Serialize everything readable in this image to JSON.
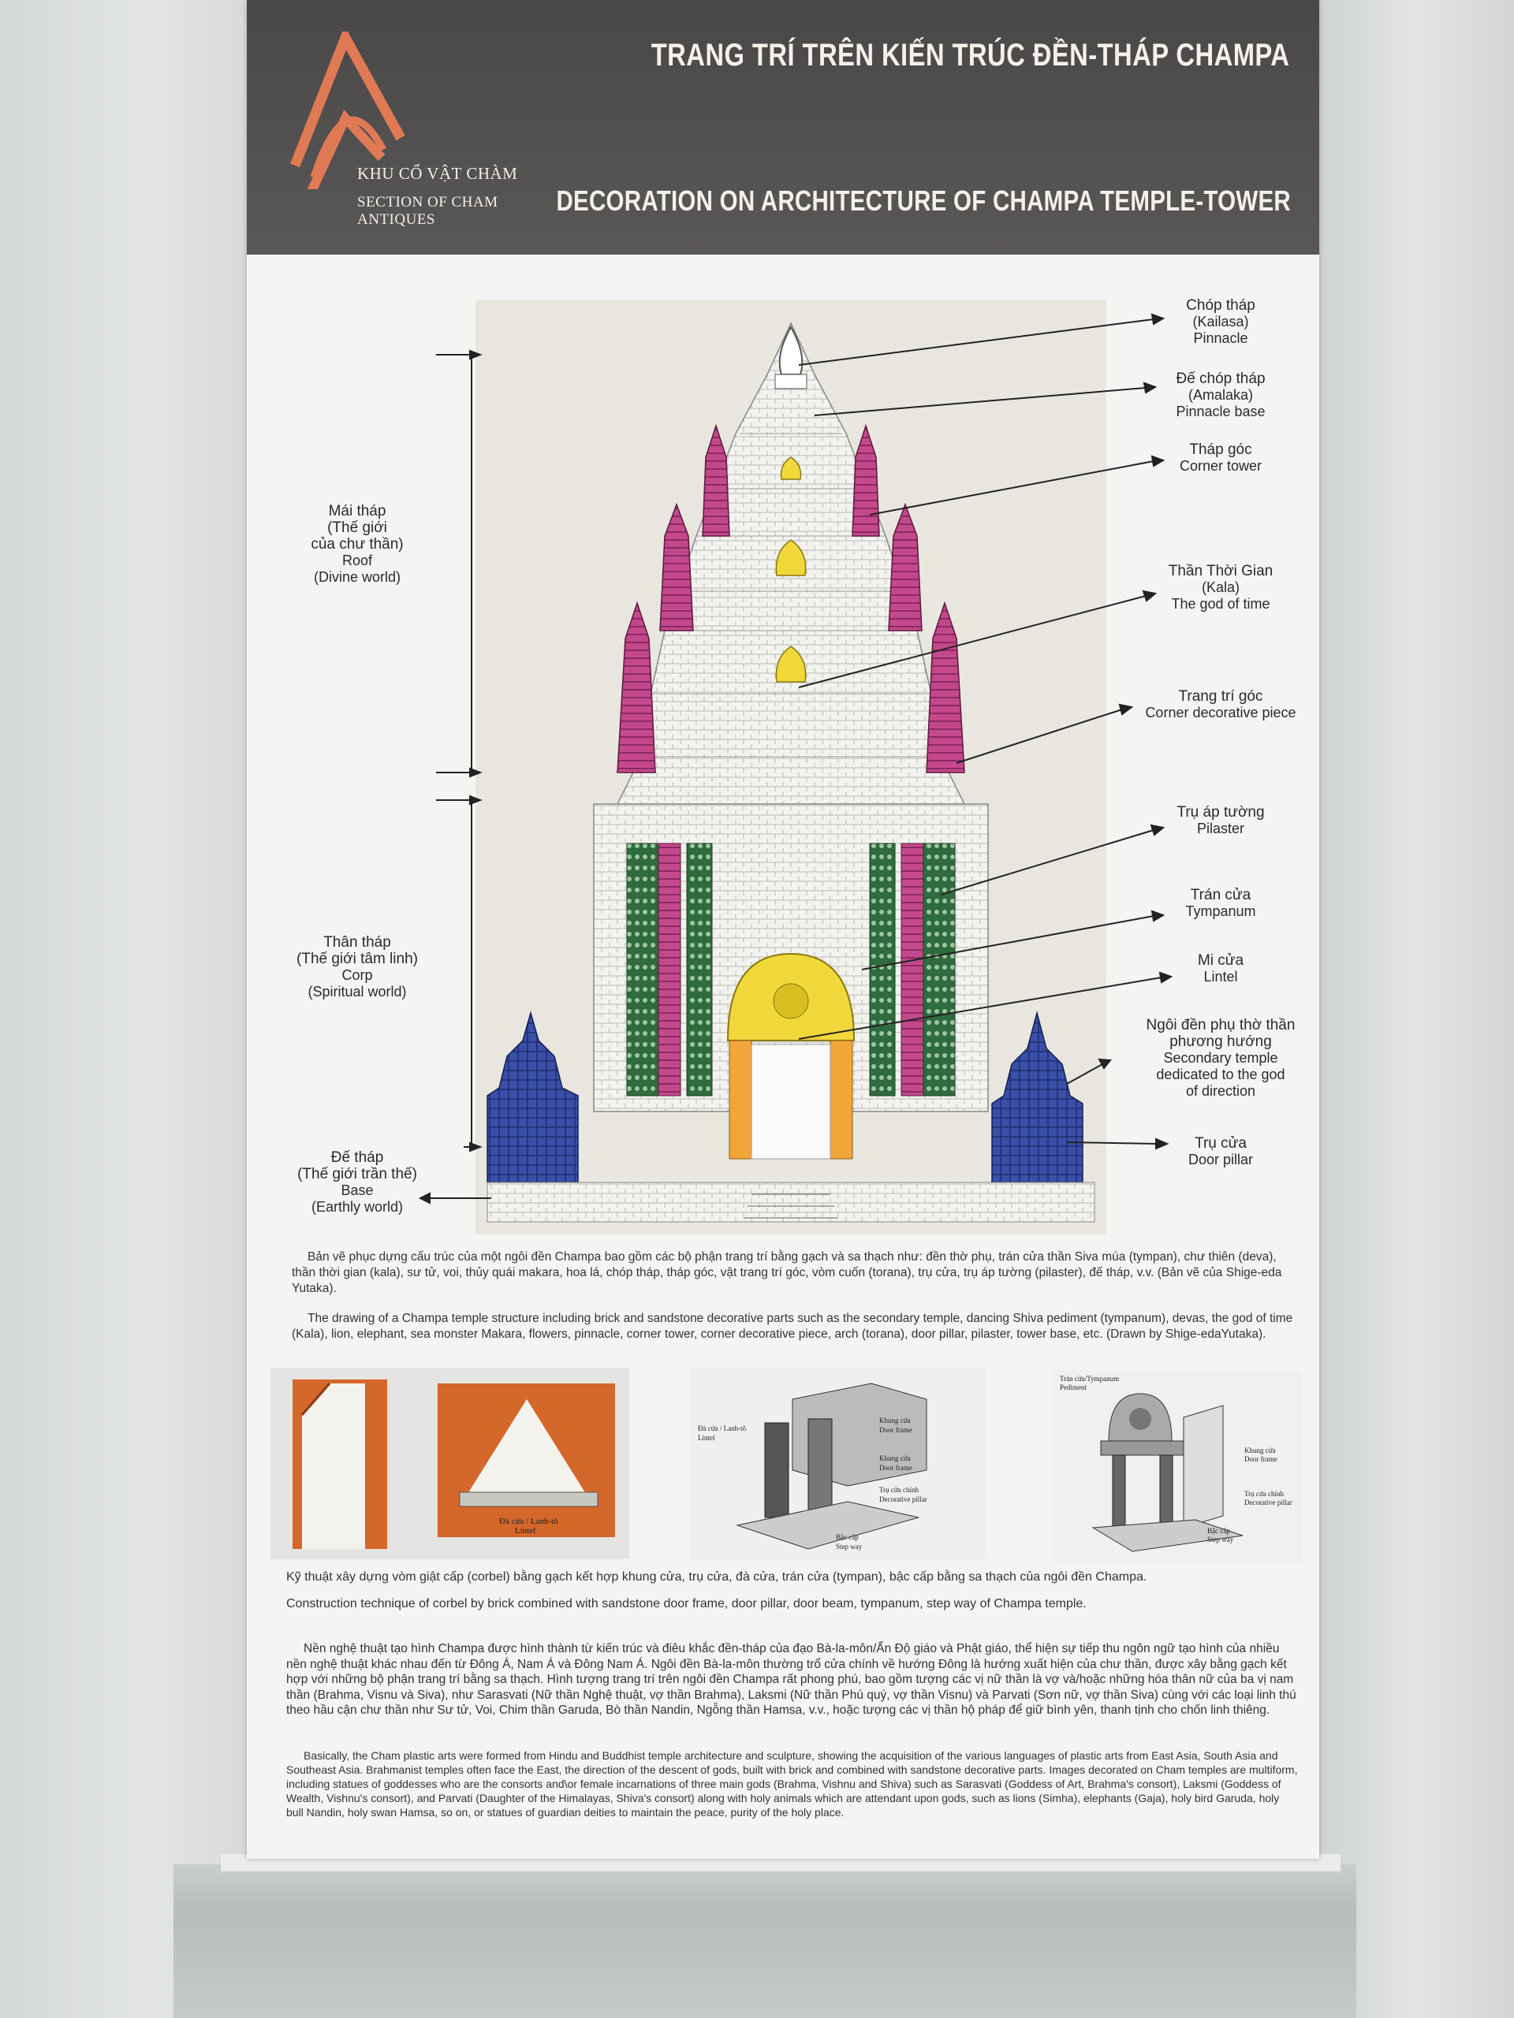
{
  "header": {
    "section_vn": "KHU CỔ VẬT CHÀM",
    "section_en": "SECTION OF CHAM ANTIQUES",
    "title_vn": "TRANG TRÍ TRÊN KIẾN TRÚC ĐỀN-THÁP CHAMPA",
    "title_en": "DECORATION ON ARCHITECTURE OF CHAMPA TEMPLE-TOWER",
    "logo_color": "#e07a55"
  },
  "left_labels": {
    "roof": [
      "Mái tháp",
      "(Thế giới",
      "của chư thần)",
      "Roof",
      "(Divine world)"
    ],
    "corp": [
      "Thân tháp",
      "(Thế giới tâm linh)",
      "Corp",
      "(Spiritual world)"
    ],
    "base": [
      "Đế tháp",
      "(Thế giới trần thế)",
      "Base",
      "(Earthly world)"
    ]
  },
  "right_labels": [
    [
      "Chóp tháp",
      "(Kailasa)",
      "Pinnacle"
    ],
    [
      "Đế chóp tháp",
      "(Amalaka)",
      "Pinnacle base"
    ],
    [
      "Tháp góc",
      "Corner tower"
    ],
    [
      "Thần Thời Gian",
      "(Kala)",
      "The god of time"
    ],
    [
      "Trang trí góc",
      "Corner decorative piece"
    ],
    [
      "Trụ áp tường",
      "Pilaster"
    ],
    [
      "Trán cửa",
      "Tympanum"
    ],
    [
      "Mi cửa",
      "Lintel"
    ],
    [
      "Ngôi đền phụ thờ thần",
      "phương hướng",
      "Secondary temple",
      "dedicated to the god",
      "of direction"
    ],
    [
      "Trụ cửa",
      "Door pillar"
    ]
  ],
  "description": {
    "vn": "Bản vẽ phục dựng cấu trúc của một ngôi đền Champa bao gồm các bộ phận trang trí bằng gạch và sa thạch như: đền thờ phụ, trán cửa thần Siva múa (tympan), chư thiên (deva), thần thời gian (kala), sư tử, voi, thủy quái makara, hoa lá, chóp tháp, tháp góc, vật trang trí góc, vòm cuốn (torana), trụ cửa, trụ áp tường (pilaster), đế tháp, v.v. (Bản vẽ của Shige-eda Yutaka).",
    "en": "The drawing of a Champa temple structure including brick and sandstone decorative parts such as the secondary temple, dancing Shiva pediment (tympanum), devas, the god of time (Kala), lion, elephant, sea monster Makara, flowers, pinnacle, corner tower, corner decorative piece, arch (torana), door pillar, pilaster, tower base, etc. (Drawn by Shige-edaYutaka)."
  },
  "thumbnails": {
    "lintel_label": [
      "Đà cửa / Lanh-tô",
      "Lintel"
    ],
    "door_labels": [
      "Khung cửa",
      "Door frame",
      "Khung cửa",
      "Door frame",
      "Trụ cửa chính",
      "Decorative pillar",
      "Bậc cấp",
      "Step way",
      "Đà cửa / Lanh-tô",
      "Lintel"
    ],
    "pediment_labels": [
      "Trán cửa/Tympanum",
      "Pediment",
      "Khung cửa",
      "Door frame",
      "Trụ cửa chính",
      "Decorative pillar",
      "Bậc cấp",
      "Step way"
    ]
  },
  "construction": {
    "vn": "Kỹ thuật xây dựng vòm giật cấp (corbel) bằng gạch kết hợp khung cửa, trụ cửa, đà cửa, trán cửa (tympan), bậc cấp bằng sa thạch của ngôi đền Champa.",
    "en": "Construction technique of corbel by brick combined with sandstone door frame, door pillar, door beam, tympanum, step way of Champa temple."
  },
  "art_text": {
    "vn": "Nền nghệ thuật tạo hình Champa được hình thành từ kiến trúc và điêu khắc đền-tháp của đạo Bà-la-môn/Ấn Độ giáo và Phật giáo, thể hiện sự tiếp thu ngôn ngữ tạo hình của nhiều nền nghệ thuật khác nhau đến từ Đông Á, Nam Á và Đông Nam Á. Ngôi đền Bà-la-môn thường trổ cửa chính về hướng Đông là hướng xuất hiện của chư thần, được xây bằng gạch kết hợp với những bộ phận trang trí bằng sa thạch. Hình tượng trang trí trên ngôi đền Champa rất phong phú, bao gồm tượng các vị nữ thần là vợ và/hoặc những hóa thân nữ của ba vị nam thần (Brahma, Visnu và Siva), như Sarasvati (Nữ thần Nghệ thuật, vợ thần Brahma), Laksmi (Nữ thần Phú quý, vợ thần Visnu) và Parvati (Sơn nữ, vợ thần Siva) cùng với các loại linh thú theo hầu cận chư thần như Sư tử, Voi, Chim thần Garuda, Bò thần Nandin, Ngỗng thần Hamsa, v.v., hoặc tượng các vị thần hộ pháp để giữ bình yên, thanh tịnh cho chốn linh thiêng.",
    "en": "Basically, the Cham plastic arts were formed from Hindu and Buddhist temple architecture and sculpture, showing the acquisition of the various languages of plastic arts from East Asia, South Asia and Southeast Asia. Brahmanist temples often face the East, the direction of the descent of gods, built with brick and combined with sandstone decorative parts. Images decorated on Cham temples are multiform, including statues of goddesses who are the consorts and\\or female incarnations of three main gods (Brahma, Vishnu and Shiva) such as Sarasvati (Goddess of Art, Brahma's consort), Laksmi (Goddess of Wealth, Vishnu's consort), and Parvati (Daughter of the Himalayas, Shiva's consort) along with holy animals which are attendant upon gods, such as lions (Simha), elephants (Gaja), holy bird Garuda, holy bull Nandin, holy swan Hamsa, so on, or statues of guardian deities to maintain the peace, purity of the holy place."
  }
}
